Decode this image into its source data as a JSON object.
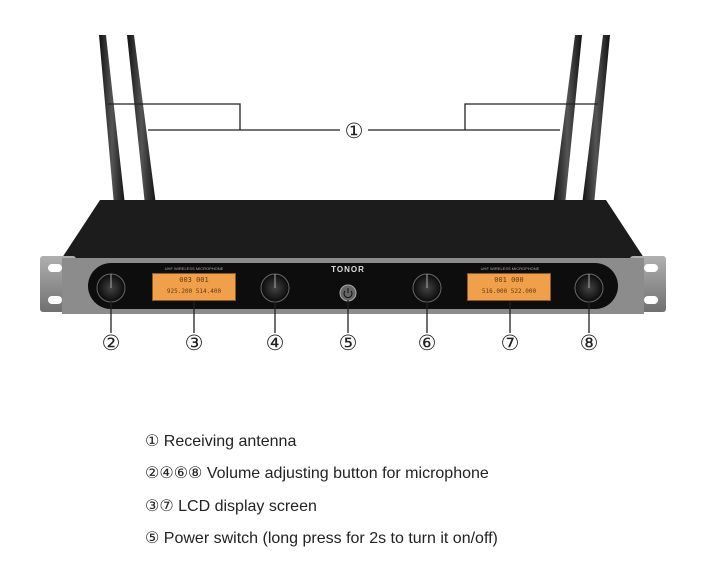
{
  "device": {
    "brand": "TONOR",
    "lcd_title": "UHF WIRELESS MICROPHONE",
    "lcd_left": {
      "line1": "003  001",
      "line2": "925.200  514.400"
    },
    "lcd_right": {
      "line1": "001  000",
      "line2": "516.000  522.000"
    }
  },
  "callouts": [
    "①",
    "②",
    "③",
    "④",
    "⑤",
    "⑥",
    "⑦",
    "⑧"
  ],
  "legend": [
    {
      "marks": "①",
      "text": "Receiving antenna"
    },
    {
      "marks": "②④⑥⑧",
      "text": "Volume adjusting button for microphone"
    },
    {
      "marks": "③⑦",
      "text": "LCD display screen"
    },
    {
      "marks": "⑤",
      "text": "Power switch (long press for 2s to turn it on/off)"
    }
  ],
  "colors": {
    "chassis": "#1b1b1b",
    "lcd": "#f0a04a",
    "ear": "#8a8a8a"
  }
}
